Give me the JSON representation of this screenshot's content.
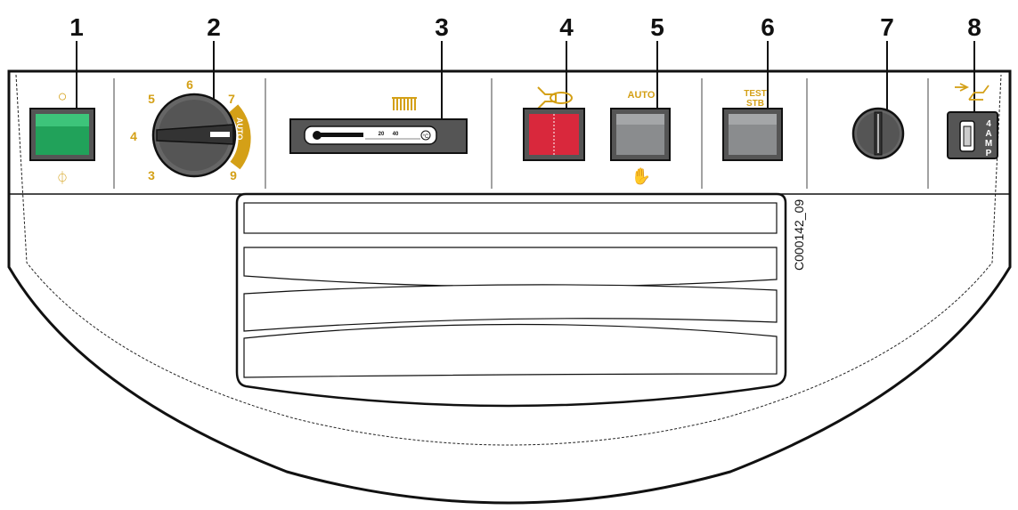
{
  "callouts": [
    "1",
    "2",
    "3",
    "4",
    "5",
    "6",
    "7",
    "8"
  ],
  "dial": {
    "numbers": [
      "3",
      "4",
      "5",
      "6",
      "7",
      "9"
    ],
    "auto_label": "AUTO"
  },
  "thermometer": {
    "scale_low": "20",
    "scale_high": "40",
    "unit": "°C"
  },
  "button5": {
    "label": "AUTO"
  },
  "button6": {
    "label_line1": "TEST",
    "label_line2": "STB"
  },
  "fuse": {
    "label_chars": [
      "4",
      "A",
      "M",
      "P"
    ]
  },
  "symbols": {
    "off": "O",
    "on": "I"
  },
  "reference_code": "C000142_09",
  "colors": {
    "green": "#21a25a",
    "red": "#d9283c",
    "gray_button": "#8a8c8e",
    "gold": "#d4a017"
  }
}
